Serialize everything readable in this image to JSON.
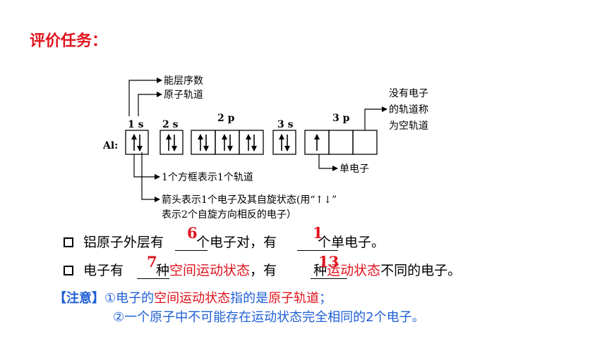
{
  "title": "评价任务：",
  "diagram": {
    "element": "Al:",
    "orbitals": [
      "1 s",
      "2 s",
      "2 p",
      "3 s",
      "3 p"
    ],
    "annotations": {
      "energy_level": "能层序数",
      "orbital": "原子轨道",
      "empty_orbital_1": "没有电子",
      "empty_orbital_2": "的轨道称",
      "empty_orbital_3": "为空轨道",
      "single_electron": "单电子",
      "box_meaning": "1个方框表示1个轨道",
      "arrow_meaning_1": "箭头表示1个电子及其自旋状态(用“↑↓”",
      "arrow_meaning_2": "表示2个自旋方向相反的电子）"
    }
  },
  "questions": {
    "q1": {
      "part1": "铝原子外层有",
      "answer1": "6",
      "part2": "个电子对，有",
      "answer2": "1",
      "part3": "个单电子。"
    },
    "q2": {
      "part1": "电子有",
      "answer1": "7",
      "part2": "种",
      "highlight1": "空间运动状态",
      "part3": "，有",
      "answer2": "13",
      "part4": "种",
      "highlight2": "运动状态",
      "part5": "不同的电子。"
    }
  },
  "note": {
    "tag": "【注意】",
    "line1_prefix": "①电子的",
    "line1_highlight1": "空间运动状态",
    "line1_mid": "指的是",
    "line1_highlight2": "原子轨道",
    "line1_end": "；",
    "line2": "②一个原子中不可能存在运动状态完全相同的2个电子。"
  },
  "colors": {
    "accent_red": "#e0141e",
    "note_blue": "#1f5fd6"
  }
}
